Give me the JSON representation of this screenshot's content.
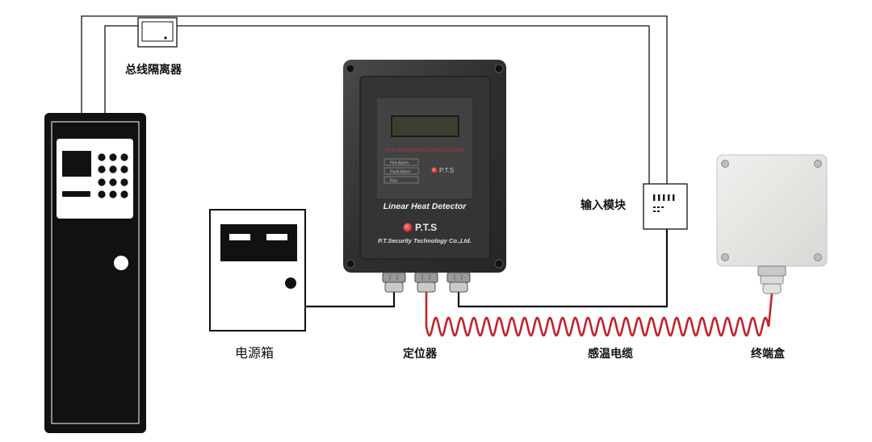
{
  "labels": {
    "isolator": "总线隔离器",
    "power_box": "电源箱",
    "locator": "定位器",
    "input_module": "输入模块",
    "sensing_cable": "感温电缆",
    "end_box": "终端盒"
  },
  "detector": {
    "panel_caption": "Fire Alarm Point Distance Locator",
    "status_items": [
      "Fire Alarm",
      "Fault Alarm",
      "Run"
    ],
    "small_logo": "P.T.S",
    "title": "Linear Heat Detector",
    "logo": "P.T.S",
    "company": "P.T.Security Technology Co.,Ltd."
  },
  "colors": {
    "cable": "#c0242b",
    "wire": "#111111",
    "detector_body": "#3b3b3b",
    "end_box": "#e6e6e4"
  },
  "icons": [
    "controller-cabinet",
    "isolator-device",
    "power-box",
    "detector-unit",
    "input-module",
    "terminal-box"
  ]
}
